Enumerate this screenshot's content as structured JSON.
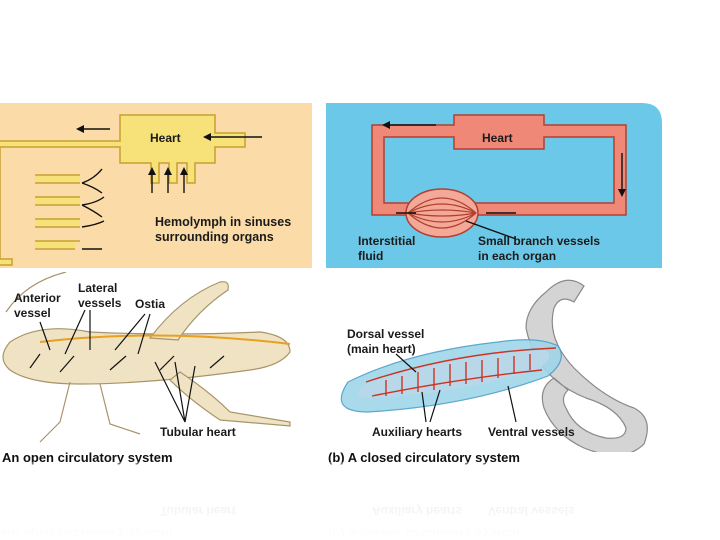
{
  "open_system": {
    "heart_label": "Heart",
    "hemolymph_label": "Hemolymph in sinuses\nsurrounding organs",
    "anterior_vessel_label": "Anterior\nvessel",
    "lateral_vessels_label": "Lateral\nvessels",
    "ostia_label": "Ostia",
    "tubular_heart_label": "Tubular heart",
    "caption": "An open circulatory system",
    "colors": {
      "background": "#fbdca8",
      "vessel": "#f7e27a",
      "vessel_edge": "#c8a030"
    }
  },
  "closed_system": {
    "heart_label": "Heart",
    "interstitial_label": "Interstitial\nfluid",
    "branch_vessels_label": "Small branch vessels\nin each organ",
    "dorsal_vessel_label": "Dorsal vessel\n(main heart)",
    "auxiliary_hearts_label": "Auxiliary hearts",
    "ventral_vessels_label": "Ventral vessels",
    "caption": "(b) A closed circulatory system",
    "colors": {
      "background": "#6cc8e8",
      "vessel": "#f08878",
      "vessel_edge": "#b04030"
    }
  }
}
